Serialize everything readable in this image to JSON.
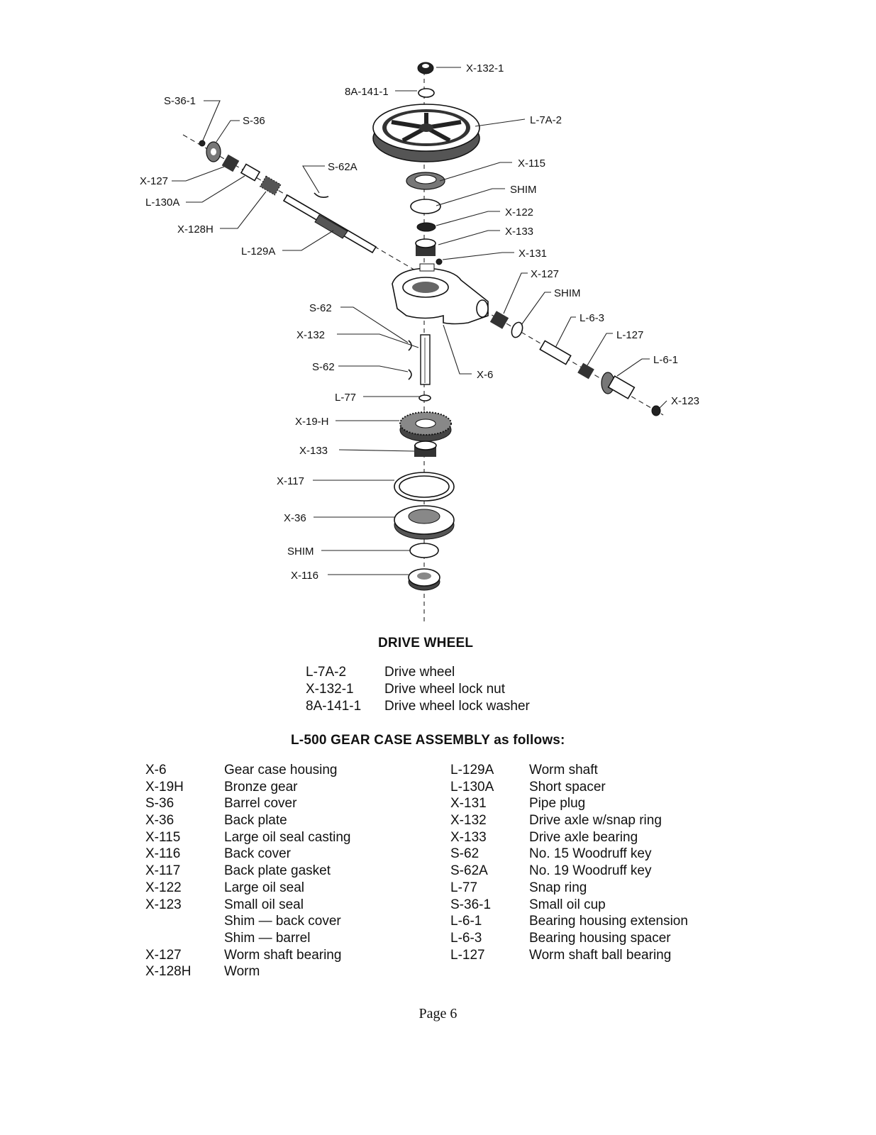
{
  "diagram": {
    "callouts": {
      "x132_1": "X-132-1",
      "a141_1": "8A-141-1",
      "l7a2": "L-7A-2",
      "s36_1": "S-36-1",
      "s36": "S-36",
      "s62a": "S-62A",
      "x127_left": "X-127",
      "l130a": "L-130A",
      "x128h": "X-128H",
      "l129a": "L-129A",
      "x115": "X-115",
      "shim_top": "SHIM",
      "x122": "X-122",
      "x133_top": "X-133",
      "x131": "X-131",
      "x127_right": "X-127",
      "shim_right": "SHIM",
      "l6_3": "L-6-3",
      "l127": "L-127",
      "l6_1": "L-6-1",
      "x123": "X-123",
      "s62_top": "S-62",
      "x132": "X-132",
      "s62_bottom": "S-62",
      "x6": "X-6",
      "l77": "L-77",
      "x19h": "X-19-H",
      "x133_bottom": "X-133",
      "x117": "X-117",
      "x36": "X-36",
      "shim_bottom": "SHIM",
      "x116": "X-116"
    }
  },
  "drive_wheel": {
    "title": "DRIVE WHEEL",
    "items": [
      {
        "code": "L-7A-2",
        "desc": "Drive wheel"
      },
      {
        "code": "X-132-1",
        "desc": "Drive wheel lock nut"
      },
      {
        "code": "8A-141-1",
        "desc": "Drive wheel lock washer"
      }
    ]
  },
  "assembly": {
    "title": "L-500 GEAR CASE ASSEMBLY as follows:",
    "left": [
      {
        "code": "X-6",
        "desc": "Gear case housing"
      },
      {
        "code": "X-19H",
        "desc": "Bronze gear"
      },
      {
        "code": "S-36",
        "desc": "Barrel cover"
      },
      {
        "code": "X-36",
        "desc": "Back plate"
      },
      {
        "code": "X-115",
        "desc": "Large oil seal casting"
      },
      {
        "code": "X-116",
        "desc": "Back cover"
      },
      {
        "code": "X-117",
        "desc": "Back plate gasket"
      },
      {
        "code": "X-122",
        "desc": "Large oil seal"
      },
      {
        "code": "X-123",
        "desc": "Small oil seal"
      },
      {
        "code": "",
        "desc": "Shim — back cover"
      },
      {
        "code": "",
        "desc": "Shim — barrel"
      },
      {
        "code": "X-127",
        "desc": "Worm shaft bearing"
      },
      {
        "code": "X-128H",
        "desc": "Worm"
      }
    ],
    "right": [
      {
        "code": "L-129A",
        "desc": "Worm shaft"
      },
      {
        "code": "L-130A",
        "desc": "Short spacer"
      },
      {
        "code": "X-131",
        "desc": "Pipe plug"
      },
      {
        "code": "X-132",
        "desc": "Drive axle w/snap ring"
      },
      {
        "code": "X-133",
        "desc": "Drive axle bearing"
      },
      {
        "code": "S-62",
        "desc": "No. 15 Woodruff key"
      },
      {
        "code": "S-62A",
        "desc": "No. 19 Woodruff key"
      },
      {
        "code": "L-77",
        "desc": "Snap ring"
      },
      {
        "code": "S-36-1",
        "desc": "Small oil cup"
      },
      {
        "code": "L-6-1",
        "desc": "Bearing housing extension"
      },
      {
        "code": "L-6-3",
        "desc": "Bearing housing spacer"
      },
      {
        "code": "L-127",
        "desc": "Worm shaft ball bearing"
      }
    ]
  },
  "page": {
    "number_label": "Page 6"
  }
}
